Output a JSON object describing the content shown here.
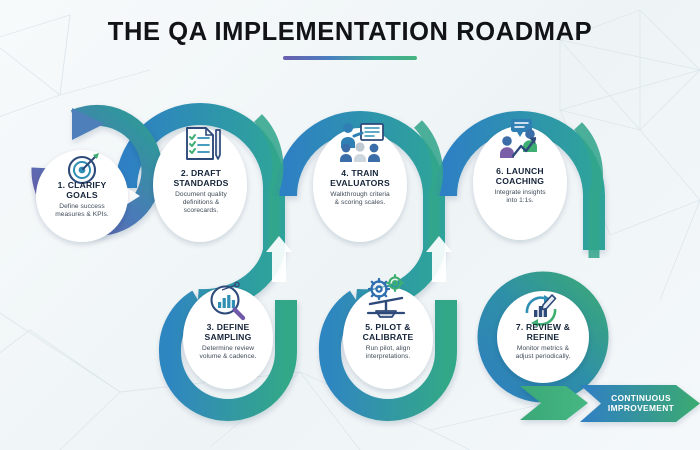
{
  "header": {
    "title": "THE QA IMPLEMENTATION ROADMAP"
  },
  "theme": {
    "purple": "#6a5fae",
    "blue": "#2f7fc1",
    "teal": "#2aa198",
    "green": "#3bab6d",
    "dark_text": "#15243a",
    "body_text": "#3e4a58",
    "bubble_fill": "#ffffff",
    "background": "#f2f7f9"
  },
  "steps": [
    {
      "number": "1.",
      "title": "1. CLARIFY\nGOALS",
      "title_line1": "1. CLARIFY",
      "title_line2": "GOALS",
      "desc_line1": "Define success",
      "desc_line2": "measures & KPIs.",
      "icon": "target-dart-icon",
      "row": "top"
    },
    {
      "number": "2.",
      "title_line1": "2. DRAFT",
      "title_line2": "STANDARDS",
      "desc_line1": "Document quality",
      "desc_line2": "definitions &",
      "desc_line3": "scorecards.",
      "icon": "checklist-document-pen-icon",
      "row": "top"
    },
    {
      "number": "3.",
      "title_line1": "3. DEFINE",
      "title_line2": "SAMPLING",
      "desc_line1": "Determine review",
      "desc_line2": "volume & cadence.",
      "icon": "magnifier-chart-icon",
      "row": "bottom"
    },
    {
      "number": "4.",
      "title_line1": "4. TRAIN",
      "title_line2": "EVALUATORS",
      "desc_line1": "Walkthrough criteria",
      "desc_line2": "& scoring scales.",
      "icon": "trainer-presentation-icon",
      "row": "top"
    },
    {
      "number": "5.",
      "title_line1": "5. PILOT &",
      "title_line2": "CALIBRATE",
      "desc_line1": "Run pilot, align",
      "desc_line2": "interpretations.",
      "icon": "gears-balance-scale-icon",
      "row": "bottom"
    },
    {
      "number": "6.",
      "title_line1": "6. LAUNCH",
      "title_line2": "COACHING",
      "desc_line1": "Integrate insights",
      "desc_line2": "into 1:1s.",
      "icon": "coaching-people-speech-icon",
      "row": "top"
    },
    {
      "number": "7.",
      "title_line1": "7. REVIEW &",
      "title_line2": "REFINE",
      "desc_line1": "Monitor metrics &",
      "desc_line2": "adjust periodically.",
      "icon": "refresh-chart-pencil-icon",
      "row": "bottom"
    }
  ],
  "banner": {
    "line1": "CONTINUOUS",
    "line2": "IMPROVEMENT",
    "shape": "arrow-chevron-right"
  }
}
